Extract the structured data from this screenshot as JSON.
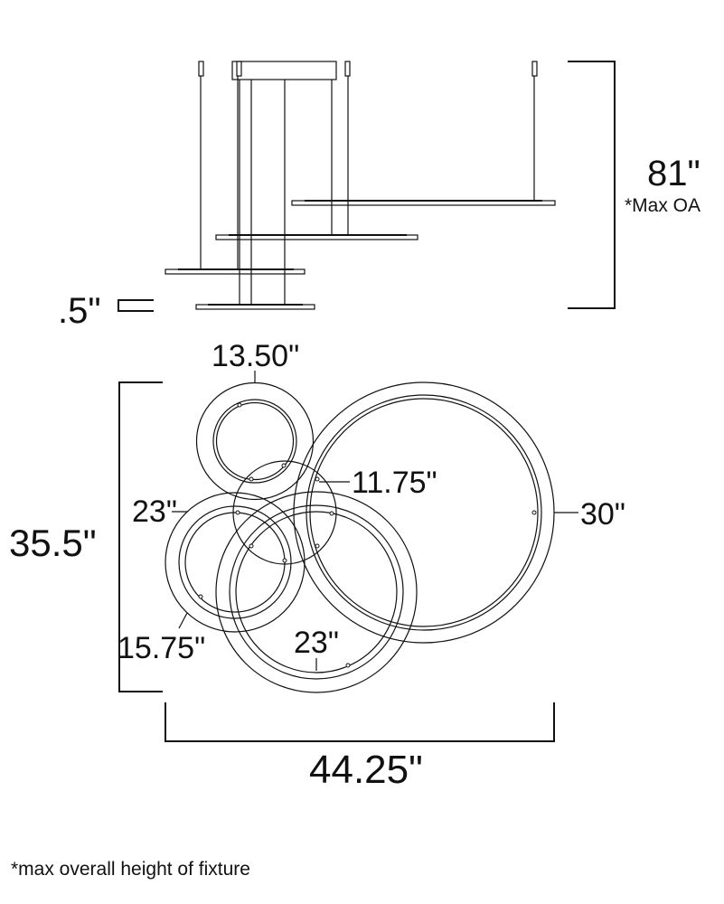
{
  "elevation": {
    "height_label": "81\"",
    "height_note": "*Max OA",
    "thickness_label": ".5\""
  },
  "plan": {
    "small_ring_label": "13.50\"",
    "center_ring_label": "11.75\"",
    "large_ring_label": "30\"",
    "left_ring_label": "23\"",
    "depth_label": "35.5\"",
    "lower_left_ring_label": "15.75\"",
    "lower_ring_label": "23\"",
    "width_label": "44.25\""
  },
  "footnote": "*max overall height of fixture"
}
